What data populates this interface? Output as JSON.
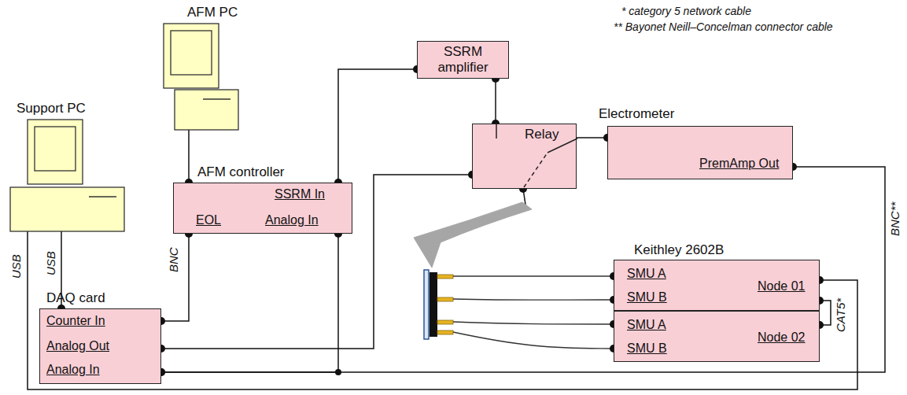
{
  "diagram": {
    "nodes": [
      {
        "text": [
          "AFM PC"
        ]
      },
      {
        "text": [
          "Support PC"
        ]
      },
      {
        "text": [
          "SSRM amplifier"
        ]
      },
      {
        "text": [
          "Relay"
        ]
      },
      {
        "text": [
          "Electrometer",
          "PremAmp Out"
        ]
      },
      {
        "text": [
          "AFM controller",
          "SSRM In",
          "EOL",
          "Analog In"
        ]
      },
      {
        "text": [
          "Keithley 2602B"
        ]
      },
      {
        "text": [
          "SMU A",
          "SMU B",
          "Node 01"
        ],
        "in": 6
      },
      {
        "text": [
          "SMU A",
          "SMU B",
          "Node 02"
        ],
        "in": 6
      },
      {
        "text": [
          "DAQ card",
          "Counter In",
          "Analog Out",
          "Analog In"
        ]
      }
    ],
    "edges": [
      {
        "from": 0,
        "to": 5,
        "arrow": "none"
      },
      {
        "from": 1,
        "to": 9,
        "label": "USB",
        "arrow": "none"
      },
      {
        "from": 1,
        "to": 7,
        "label": "USB",
        "arrow": "none"
      },
      {
        "from": 5,
        "to": 9,
        "label": "BNC",
        "arrow": "none"
      },
      {
        "from": 2,
        "to": 5,
        "arrow": "none"
      },
      {
        "from": 2,
        "to": 3,
        "arrow": "none"
      },
      {
        "from": 3,
        "to": 4,
        "arrow": "none"
      },
      {
        "from": 9,
        "to": 3,
        "arrow": "none"
      },
      {
        "from": 4,
        "to": 9,
        "label": "BNC**",
        "arrow": "none"
      },
      {
        "from": 5,
        "to": 9,
        "arrow": "none"
      },
      {
        "from": 7,
        "to": 8,
        "label": "CAT5*",
        "arrow": "none"
      }
    ],
    "labels": [
      "* category 5 network cable",
      "** Bayonet Neill–Concelman connector cable"
    ]
  }
}
